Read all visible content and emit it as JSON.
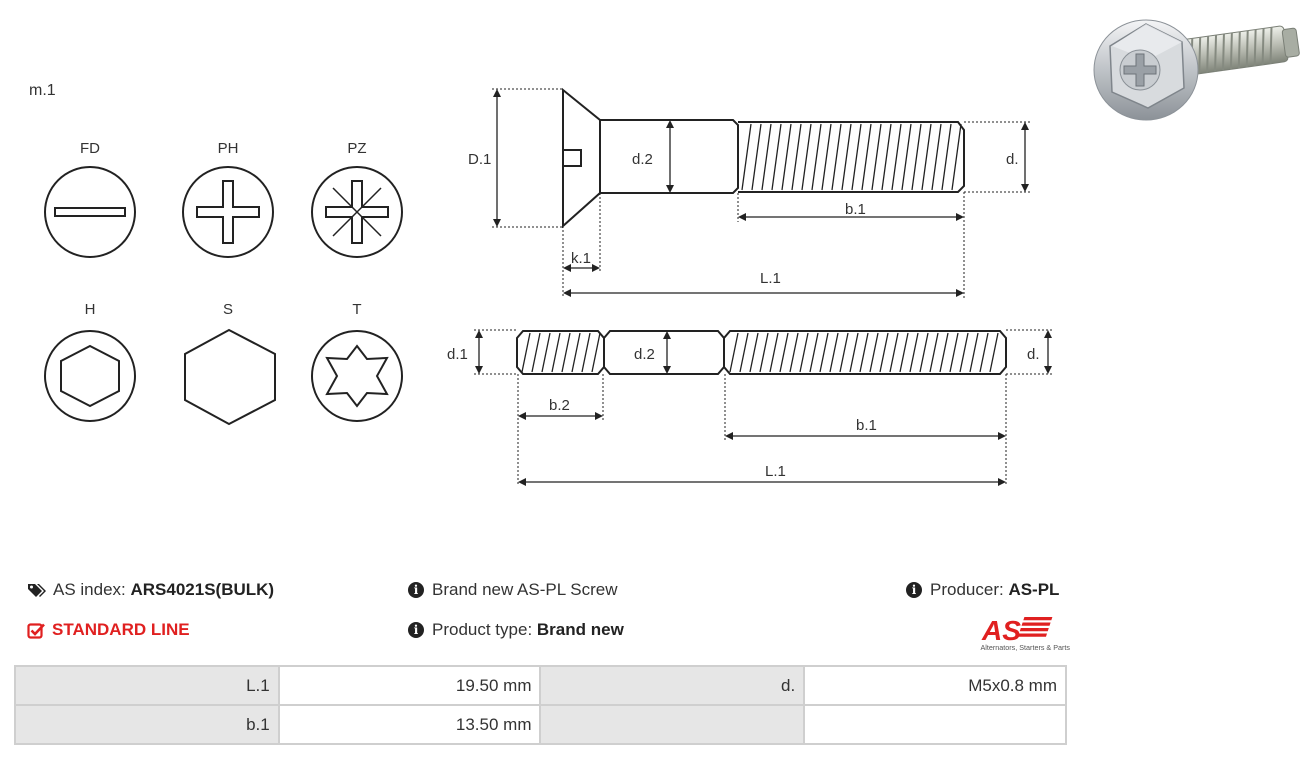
{
  "diagram": {
    "model_label": "m.1",
    "head_types": [
      {
        "code": "FD",
        "icon": "slotted-head-icon"
      },
      {
        "code": "PH",
        "icon": "phillips-head-icon"
      },
      {
        "code": "PZ",
        "icon": "pozidriv-head-icon"
      },
      {
        "code": "H",
        "icon": "hex-socket-head-icon"
      },
      {
        "code": "S",
        "icon": "hexagon-head-icon"
      },
      {
        "code": "T",
        "icon": "torx-head-icon"
      }
    ],
    "screw_dims": {
      "D1": "D.1",
      "d2": "d.2",
      "d": "d.",
      "b1": "b.1",
      "k1": "k.1",
      "L1": "L.1"
    },
    "stud_dims": {
      "d1": "d.1",
      "d2": "d.2",
      "d": "d.",
      "b2": "b.2",
      "b1": "b.1",
      "L1": "L.1"
    }
  },
  "info": {
    "as_index_label": "AS index:",
    "as_index_value": "ARS4021S(BULK)",
    "line_label": "STANDARD LINE",
    "brand_new_text": "Brand new AS-PL Screw",
    "product_type_label": "Product type:",
    "product_type_value": "Brand new",
    "producer_label": "Producer:",
    "producer_value": "AS-PL"
  },
  "logo": {
    "mark": "AS",
    "tagline": "Alternators, Starters & Parts"
  },
  "specs": [
    {
      "label1": "L.1",
      "value1": "19.50 mm",
      "label2": "d.",
      "value2": "M5x0.8 mm"
    },
    {
      "label1": "b.1",
      "value1": "13.50 mm",
      "label2": "",
      "value2": ""
    }
  ],
  "colors": {
    "accent_red": "#e02020",
    "line": "#222222",
    "label_cell": "#e6e6e6",
    "border": "#cfcfcf"
  }
}
